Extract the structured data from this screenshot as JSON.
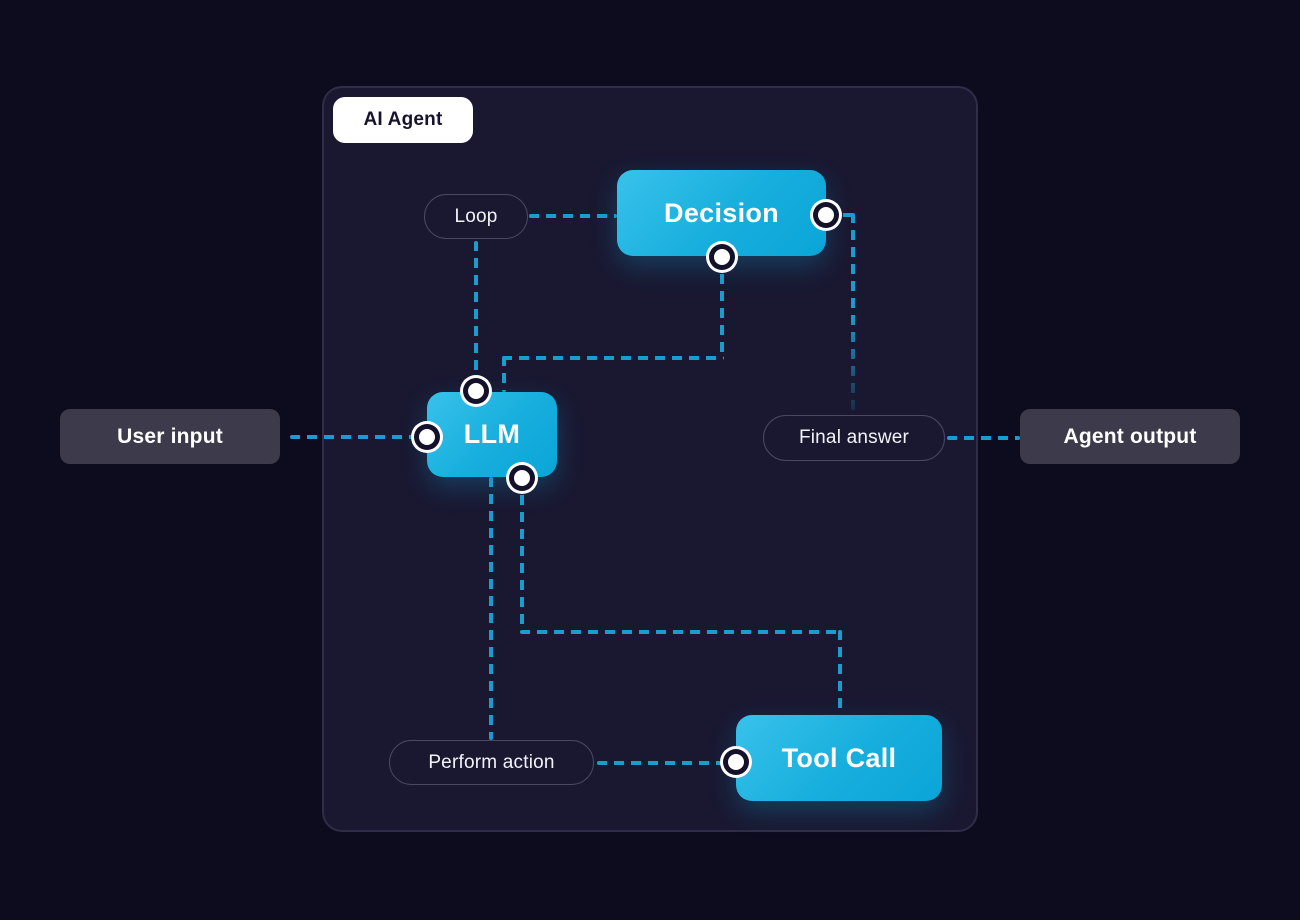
{
  "diagram": {
    "agent_label": "AI Agent",
    "blocks": {
      "decision": {
        "label": "Decision"
      },
      "llm": {
        "label": "LLM"
      },
      "tool_call": {
        "label": "Tool Call"
      }
    },
    "io": {
      "user_input": {
        "label": "User input"
      },
      "agent_output": {
        "label": "Agent output"
      }
    },
    "edge_labels": {
      "loop": {
        "label": "Loop"
      },
      "final_answer": {
        "label": "Final answer"
      },
      "perform_action": {
        "label": "Perform action"
      }
    },
    "colors": {
      "background": "#0d0b1e",
      "panel": "#1a1831",
      "panel_border": "#2f2d47",
      "accent_cyan_light": "#38c2ea",
      "accent_cyan_dark": "#0aa5d8",
      "dash_line": "#1a9dce",
      "gray_box": "#3d3a4b",
      "pill_border": "#4b4862",
      "tag_background": "#ffffff",
      "tag_text": "#16142c",
      "node_fill": "#ffffff",
      "node_ring": "#14122a"
    }
  }
}
